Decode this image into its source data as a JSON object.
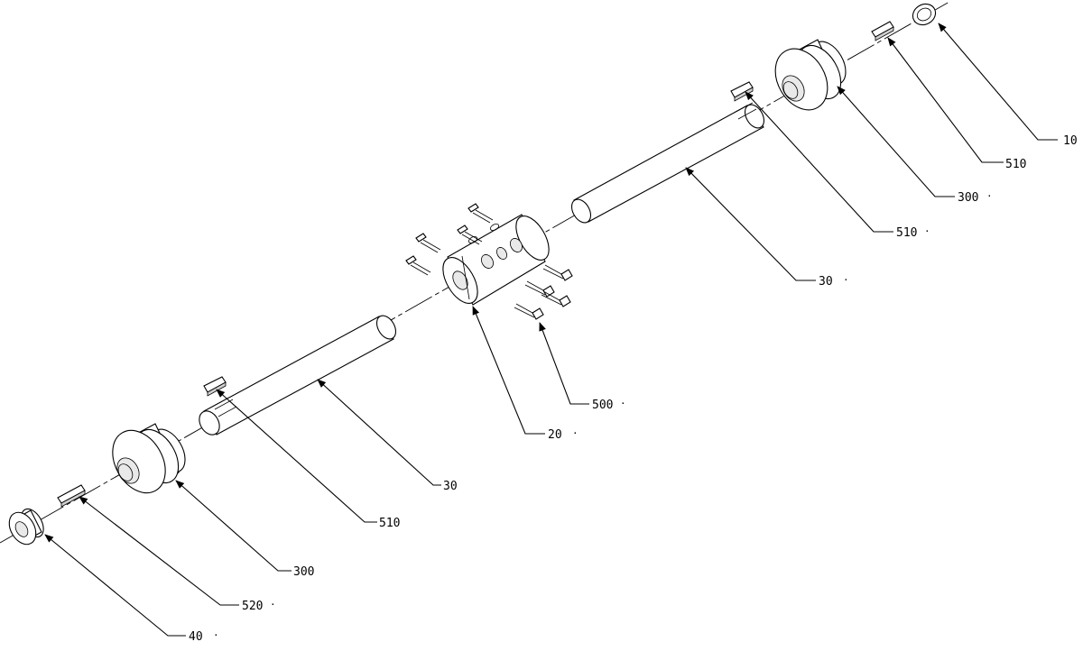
{
  "callouts": [
    {
      "id": "c10",
      "number": "10",
      "dot": ""
    },
    {
      "id": "c510a",
      "number": "510",
      "dot": ""
    },
    {
      "id": "c300a",
      "number": "300",
      "dot": "·"
    },
    {
      "id": "c510b",
      "number": "510",
      "dot": "·"
    },
    {
      "id": "c30a",
      "number": "30",
      "dot": "·"
    },
    {
      "id": "c500",
      "number": "500",
      "dot": "·"
    },
    {
      "id": "c20",
      "number": "20",
      "dot": "·"
    },
    {
      "id": "c30b",
      "number": "30",
      "dot": ""
    },
    {
      "id": "c510c",
      "number": "510",
      "dot": ""
    },
    {
      "id": "c300b",
      "number": "300",
      "dot": ""
    },
    {
      "id": "c520",
      "number": "520",
      "dot": "·"
    },
    {
      "id": "c40",
      "number": "40",
      "dot": "·"
    }
  ]
}
